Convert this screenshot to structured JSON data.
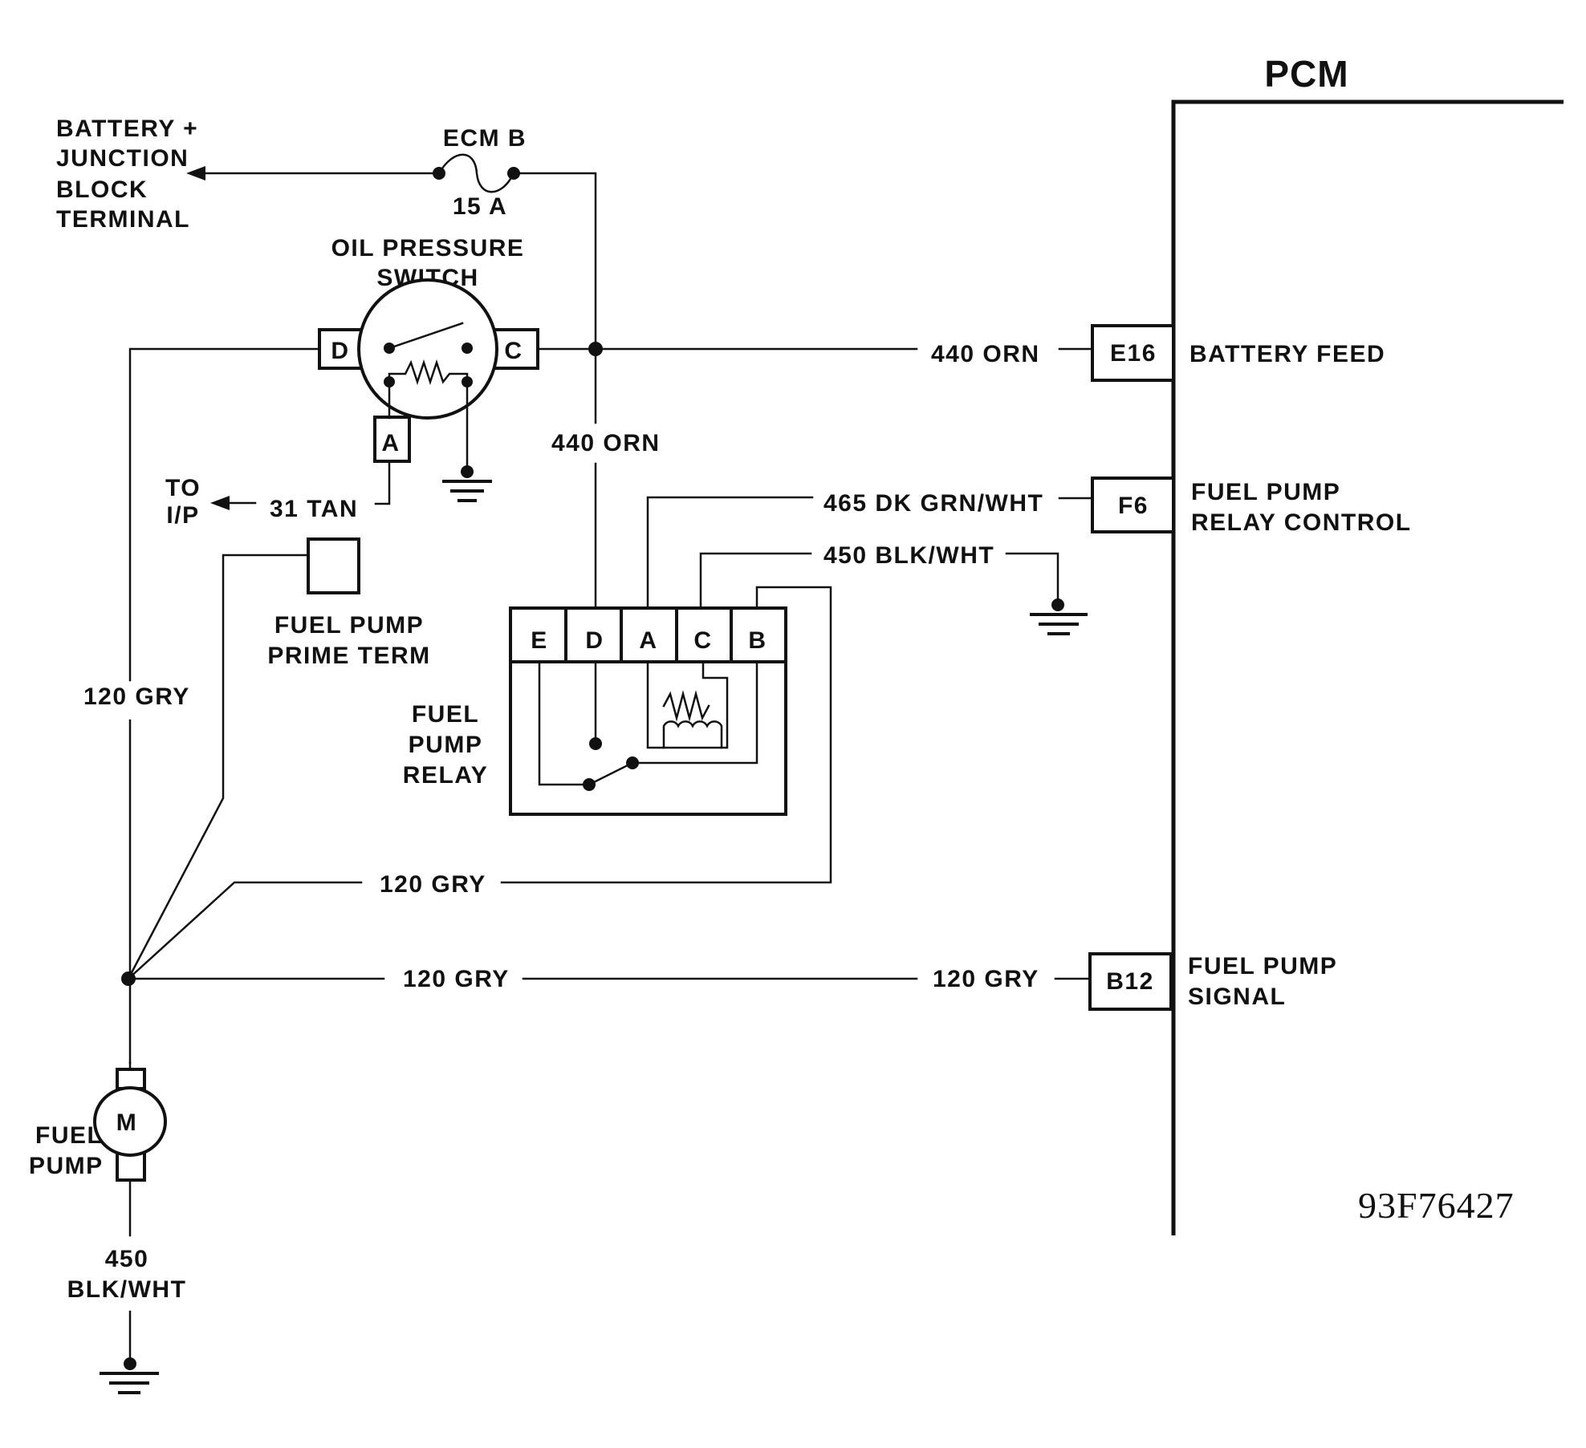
{
  "pcm": {
    "title": "PCM",
    "pins": {
      "e16": "E16",
      "f6": "F6",
      "b12": "B12"
    },
    "pin_labels": {
      "battery_feed": "BATTERY FEED",
      "relay_control_1": "FUEL PUMP",
      "relay_control_2": "RELAY CONTROL",
      "signal_1": "FUEL PUMP",
      "signal_2": "SIGNAL"
    }
  },
  "battery": {
    "line1": "BATTERY +",
    "line2": "JUNCTION",
    "line3": "BLOCK",
    "line4": "TERMINAL"
  },
  "fuse": {
    "name": "ECM B",
    "rating": "15 A"
  },
  "oil_switch": {
    "title1": "OIL PRESSURE",
    "title2": "SWITCH",
    "pins": {
      "d": "D",
      "c": "C",
      "a": "A"
    }
  },
  "to_ip": {
    "line1": "TO",
    "line2": "I/P"
  },
  "prime_term": {
    "line1": "FUEL PUMP",
    "line2": "PRIME TERM"
  },
  "relay": {
    "label1": "FUEL",
    "label2": "PUMP",
    "label3": "RELAY",
    "pins": [
      "E",
      "D",
      "A",
      "C",
      "B"
    ]
  },
  "motor": {
    "symbol": "M",
    "label1": "FUEL",
    "label2": "PUMP"
  },
  "wires": {
    "orn_440_h": "440 ORN",
    "orn_440_v": "440 ORN",
    "tan_31": "31 TAN",
    "dkgrn_465": "465 DK GRN/WHT",
    "blkwht_450_relay": "450 BLK/WHT",
    "gry_120_left": "120 GRY",
    "gry_120_relay": "120 GRY",
    "gry_120_bottom": "120 GRY",
    "gry_120_pcm": "120 GRY",
    "ground_450_num": "450",
    "ground_450_color": "BLK/WHT"
  },
  "figure_code": "93F76427"
}
